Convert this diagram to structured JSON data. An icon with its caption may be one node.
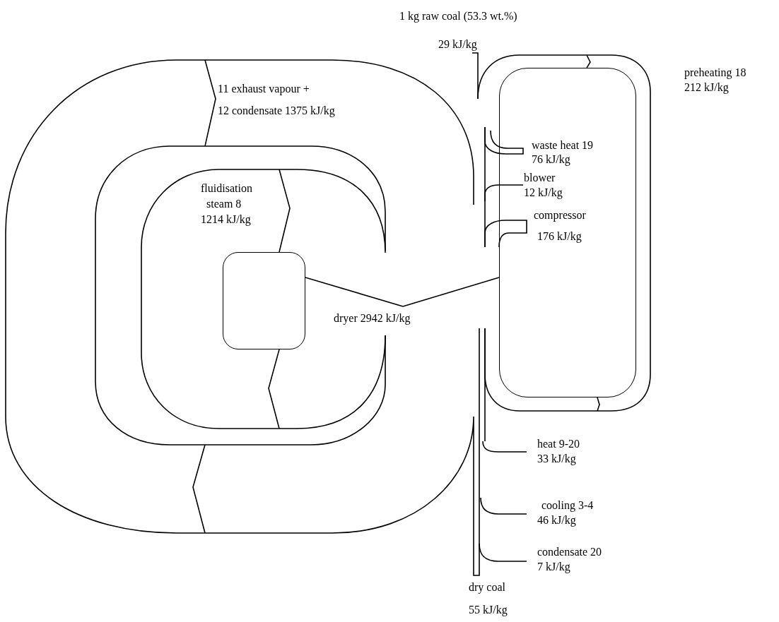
{
  "diagram": {
    "nodes": [
      {
        "text": [
          "dryer 2942 kJ/kg"
        ]
      },
      {
        "text": [],
        "shape": "box"
      },
      {
        "text": [],
        "shape": "box"
      }
    ],
    "edges": [
      {
        "from": 0,
        "to": 1,
        "arrow": "none"
      },
      {
        "from": 0,
        "to": 2,
        "arrow": "none"
      }
    ],
    "labels": [
      "1 kg raw coal (53.3 wt.%)",
      "29 kJ/kg",
      "preheating 18",
      "212 kJ/kg",
      "11 exhaust vapour +",
      "12 condensate 1375 kJ/kg",
      "waste heat 19",
      "76 kJ/kg",
      "fluidisation",
      "steam 8",
      "1214 kJ/kg",
      "blower",
      "12 kJ/kg",
      "compressor",
      "176 kJ/kg",
      "heat 9-20",
      "33 kJ/kg",
      "cooling 3-4",
      "46 kJ/kg",
      "condensate 20",
      "7 kJ/kg",
      "dry coal",
      "55 kJ/kg"
    ]
  }
}
